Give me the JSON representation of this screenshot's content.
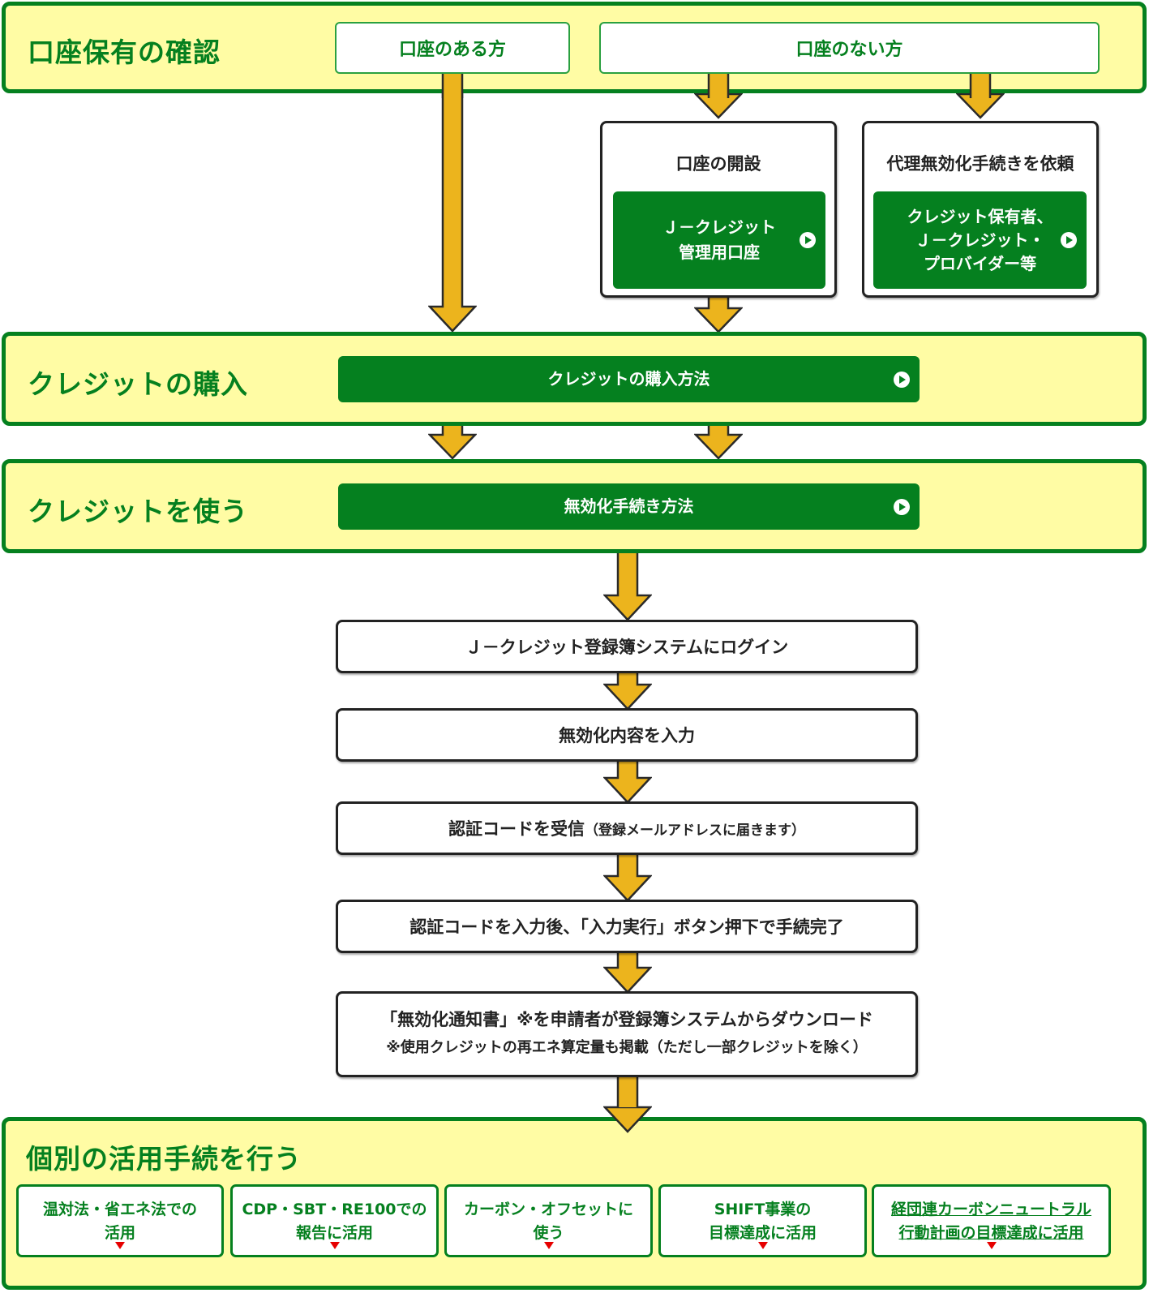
{
  "sections": {
    "account_check": {
      "title": "口座保有の確認",
      "has_account": "口座のある方",
      "no_account": "口座のない方"
    },
    "open_account": {
      "title": "口座の開設",
      "button_line1": "Ｊ－クレジット",
      "button_line2": "管理用口座"
    },
    "proxy": {
      "title": "代理無効化手続きを依頼",
      "button_line1": "クレジット保有者、",
      "button_line2": "Ｊ－クレジット・",
      "button_line3": "プロバイダー等"
    },
    "purchase": {
      "title": "クレジットの購入",
      "button": "クレジットの購入方法"
    },
    "use": {
      "title": "クレジットを使う",
      "button": "無効化手続き方法"
    },
    "individual": {
      "title": "個別の活用手続を行う"
    }
  },
  "steps": [
    {
      "main": "Ｊ－クレジット登録簿システムにログイン"
    },
    {
      "main": "無効化内容を入力"
    },
    {
      "main": "認証コードを受信",
      "note": "（登録メールアドレスに届きます）"
    },
    {
      "main": "認証コードを入力後、「入力実行」ボタン押下で手続完了"
    },
    {
      "main": "「無効化通知書」※を申請者が登録簿システムからダウンロード",
      "sub": "※使用クレジットの再エネ算定量も掲載（ただし一部クレジットを除く）"
    }
  ],
  "tiles": [
    {
      "line1": "温対法・省エネ法での",
      "line2": "活用"
    },
    {
      "line1": "CDP・SBT・RE100での",
      "line2": "報告に活用"
    },
    {
      "line1": "カーボン・オフセットに",
      "line2": "使う"
    },
    {
      "line1": "SHIFT事業の",
      "line2": "目標達成に活用"
    },
    {
      "line1": "経団連カーボンニュートラル",
      "line2": "行動計画の目標達成に活用"
    }
  ],
  "colors": {
    "brand_green": "#05801f",
    "band_yellow": "#fffca4",
    "arrow_gold": "#ecb41d",
    "marker_red": "#e60000"
  }
}
